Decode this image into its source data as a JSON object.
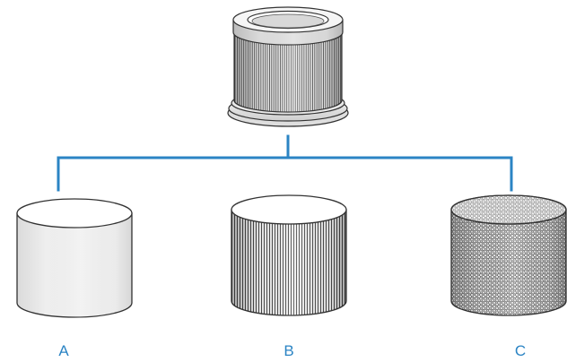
{
  "labels": {
    "a": "A",
    "b": "B",
    "c": "C"
  },
  "colors": {
    "connector": "#2b84c4",
    "label_text": "#2b84c4",
    "outline": "#333333",
    "layer_a_fill": "#f1f1f1",
    "pleat_fill": "#eeeeee",
    "mesh_fill": "#e9e9e9"
  },
  "icons": {
    "top": "assembled-filter-icon",
    "a": "plain-cylinder-icon",
    "b": "pleated-cylinder-icon",
    "c": "mesh-cylinder-icon"
  }
}
